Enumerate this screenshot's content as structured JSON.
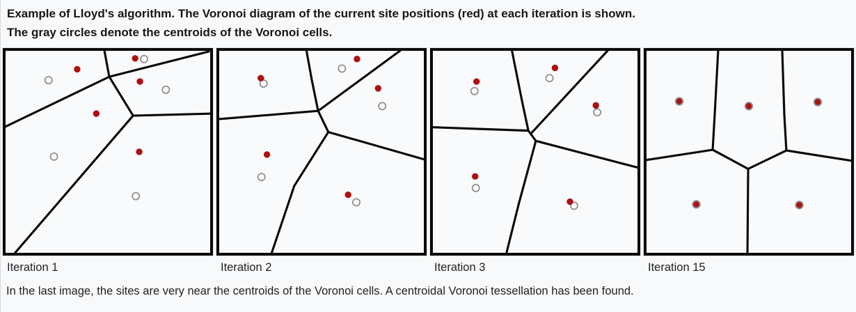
{
  "header": {
    "lines": [
      "Example of Lloyd's algorithm. The Voronoi diagram of the current site positions (red) at each iteration is shown.",
      "The gray circles denote the centroids of the Voronoi cells."
    ]
  },
  "footer": {
    "caption": "In the last image, the sites are very near the centroids of the Voronoi cells. A centroidal Voronoi tessellation has been found."
  },
  "colors": {
    "edge": "#0a0a0a",
    "site": "#ad1111",
    "centroid": "#8f8f8f",
    "panel_bg": "#f9fafb",
    "page_bg": "#f8f9fa"
  },
  "panels": [
    {
      "label": "Iteration 1",
      "sites_on_centroids": false,
      "edges": [
        [
          [
            145,
            0
          ],
          [
            152,
            38
          ]
        ],
        [
          [
            152,
            38
          ],
          [
            298,
            1
          ]
        ],
        [
          [
            152,
            38
          ],
          [
            0,
            111
          ]
        ],
        [
          [
            152,
            38
          ],
          [
            187,
            95
          ]
        ],
        [
          [
            187,
            95
          ],
          [
            300,
            92
          ]
        ],
        [
          [
            187,
            95
          ],
          [
            14,
            296
          ]
        ]
      ],
      "sites": [
        [
          105,
          27
        ],
        [
          190,
          11
        ],
        [
          197,
          45
        ],
        [
          133,
          92
        ],
        [
          196,
          148
        ]
      ],
      "centroids": [
        [
          63,
          43
        ],
        [
          203,
          12
        ],
        [
          235,
          57
        ],
        [
          71,
          155
        ],
        [
          191,
          213
        ]
      ]
    },
    {
      "label": "Iteration 2",
      "sites_on_centroids": false,
      "edges": [
        [
          [
            128,
            0
          ],
          [
            136,
            44
          ],
          [
            145,
            88
          ]
        ],
        [
          [
            145,
            88
          ],
          [
            265,
            0
          ]
        ],
        [
          [
            145,
            88
          ],
          [
            0,
            100
          ]
        ],
        [
          [
            145,
            88
          ],
          [
            160,
            119
          ]
        ],
        [
          [
            160,
            119
          ],
          [
            300,
            159
          ]
        ],
        [
          [
            160,
            119
          ],
          [
            110,
            198
          ],
          [
            77,
            296
          ]
        ]
      ],
      "sites": [
        [
          61,
          40
        ],
        [
          202,
          12
        ],
        [
          233,
          55
        ],
        [
          70,
          152
        ],
        [
          189,
          211
        ]
      ],
      "centroids": [
        [
          65,
          48
        ],
        [
          180,
          26
        ],
        [
          239,
          81
        ],
        [
          62,
          185
        ],
        [
          201,
          222
        ]
      ]
    },
    {
      "label": "Iteration 3",
      "sites_on_centroids": false,
      "edges": [
        [
          [
            116,
            0
          ],
          [
            131,
            75
          ],
          [
            140,
            117
          ]
        ],
        [
          [
            140,
            117
          ],
          [
            0,
            112
          ]
        ],
        [
          [
            140,
            117
          ],
          [
            151,
            132
          ]
        ],
        [
          [
            144,
            121
          ],
          [
            256,
            0
          ]
        ],
        [
          [
            151,
            132
          ],
          [
            300,
            171
          ]
        ],
        [
          [
            151,
            132
          ],
          [
            126,
            224
          ],
          [
            108,
            296
          ]
        ]
      ],
      "sites": [
        [
          64,
          45
        ],
        [
          179,
          25
        ],
        [
          239,
          80
        ],
        [
          62,
          184
        ],
        [
          201,
          221
        ]
      ],
      "centroids": [
        [
          61,
          59
        ],
        [
          171,
          40
        ],
        [
          241,
          90
        ],
        [
          63,
          201
        ],
        [
          207,
          227
        ]
      ]
    },
    {
      "label": "Iteration 15",
      "sites_on_centroids": true,
      "edges": [
        [
          [
            105,
            0
          ],
          [
            100,
            93
          ],
          [
            97,
            145
          ]
        ],
        [
          [
            97,
            145
          ],
          [
            0,
            160
          ]
        ],
        [
          [
            97,
            145
          ],
          [
            149,
            173
          ]
        ],
        [
          [
            199,
            0
          ],
          [
            202,
            93
          ],
          [
            205,
            146
          ]
        ],
        [
          [
            205,
            146
          ],
          [
            149,
            173
          ]
        ],
        [
          [
            205,
            146
          ],
          [
            300,
            161
          ]
        ],
        [
          [
            149,
            173
          ],
          [
            148,
            296
          ]
        ]
      ],
      "sites": [
        [
          48,
          74
        ],
        [
          150,
          81
        ],
        [
          251,
          75
        ],
        [
          73,
          225
        ],
        [
          224,
          226
        ]
      ],
      "centroids": [
        [
          48,
          74
        ],
        [
          150,
          81
        ],
        [
          251,
          75
        ],
        [
          73,
          225
        ],
        [
          224,
          226
        ]
      ]
    }
  ]
}
